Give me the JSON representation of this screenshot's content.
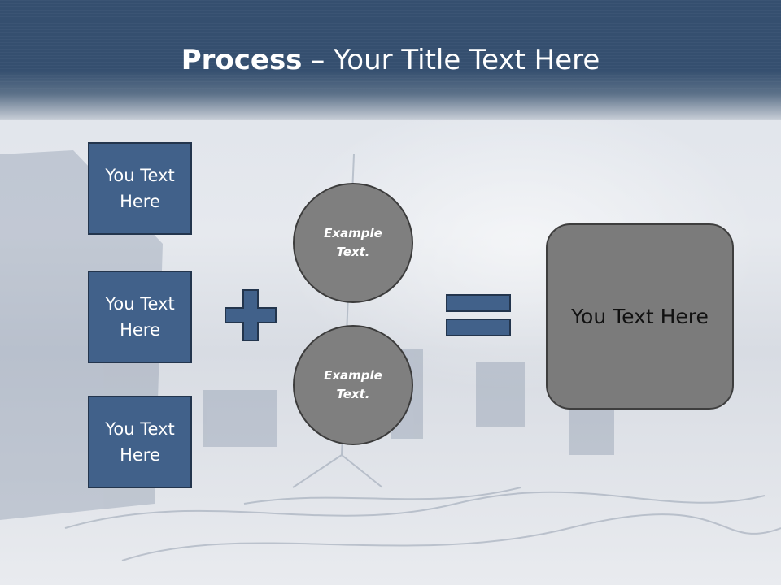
{
  "slide": {
    "title_bold": "Process",
    "title_rest": " – Your Title Text Here"
  },
  "left_boxes": [
    {
      "label": "You Text Here"
    },
    {
      "label": "You Text Here"
    },
    {
      "label": "You Text Here"
    }
  ],
  "operators": {
    "plus": "plus-icon",
    "equals": "equals-icon"
  },
  "circles": [
    {
      "label": "Example Text."
    },
    {
      "label": "Example Text."
    }
  ],
  "result": {
    "label": "You Text Here"
  },
  "colors": {
    "header": "#354f6f",
    "box_fill": "#41618a",
    "box_border": "#23354d",
    "circle_fill": "#7f7f7f",
    "result_fill": "#7b7b7b"
  }
}
